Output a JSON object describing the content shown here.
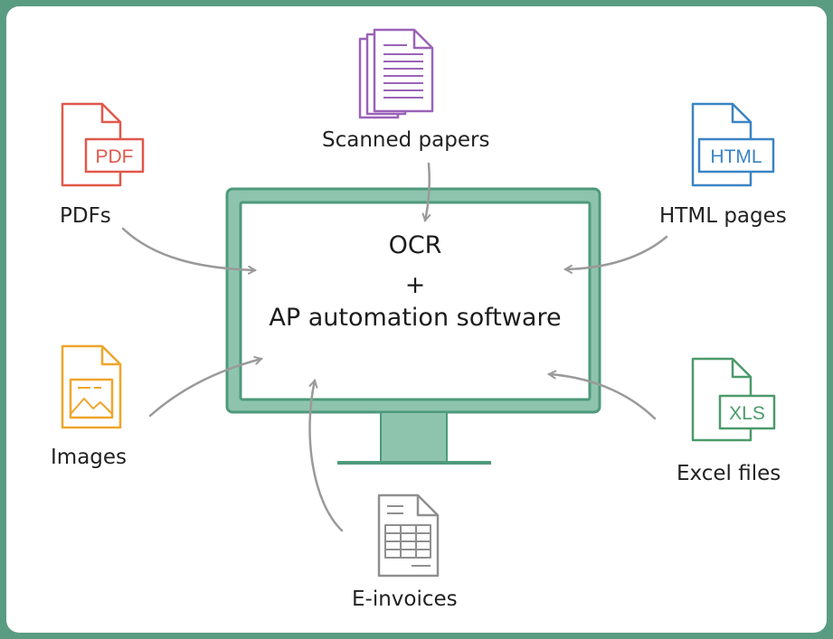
{
  "center": {
    "line1": "OCR",
    "line2": "+",
    "line3": "AP automation software"
  },
  "sources": {
    "scanned": {
      "label": "Scanned papers"
    },
    "pdfs": {
      "label": "PDFs",
      "badge": "PDF"
    },
    "html": {
      "label": "HTML pages",
      "badge": "HTML"
    },
    "images": {
      "label": "Images"
    },
    "excel": {
      "label": "Excel files",
      "badge": "XLS"
    },
    "einvoices": {
      "label": "E-invoices"
    }
  },
  "colors": {
    "background_border": "#5a9c82",
    "monitor_fill": "#8ec4ad",
    "monitor_stroke": "#4e9a7c",
    "arrow": "#9a9a9a",
    "pdf": "#e0584b",
    "scanned": "#9b63b8",
    "html": "#3a84c4",
    "images": "#f0a52a",
    "excel": "#4c9a6a",
    "einvoice": "#8f8f8f"
  },
  "icons": [
    "document-stack-icon",
    "pdf-file-icon",
    "html-file-icon",
    "image-file-icon",
    "xls-file-icon",
    "invoice-file-icon",
    "monitor-icon"
  ]
}
